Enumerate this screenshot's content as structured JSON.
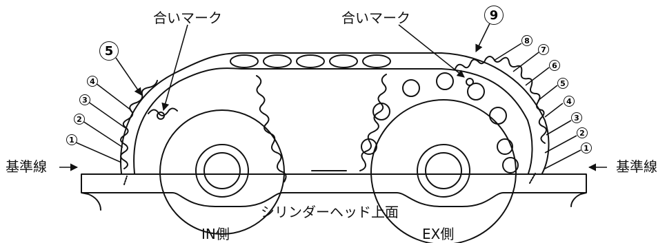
{
  "labels": {
    "timing_mark_left": "合いマーク",
    "timing_mark_right": "合いマーク",
    "reference_line_left": "基準線",
    "reference_line_right": "基準線",
    "cylinder_head_surface": "シリンダーヘッド上面",
    "intake_side": "IN側",
    "exhaust_side": "EX側"
  },
  "pin_numbers": {
    "left_big": "5",
    "right_big": "9",
    "left_small": [
      "1",
      "2",
      "3",
      "4"
    ],
    "right_small": [
      "1",
      "2",
      "3",
      "4",
      "5",
      "6",
      "7",
      "8"
    ]
  },
  "colors": {
    "line": "#111111",
    "background": "#ffffff"
  }
}
